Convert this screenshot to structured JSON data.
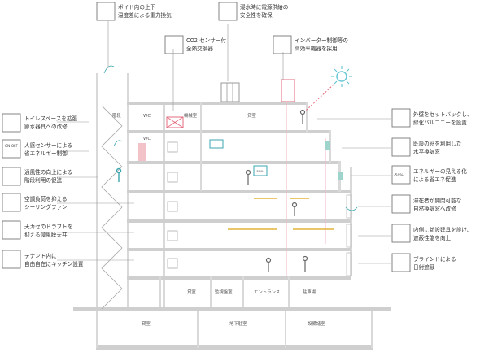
{
  "annotations": {
    "void_ventilation": [
      "ボイド内の上下",
      "温度差による重力換気"
    ],
    "flood_power": [
      "浸水時に電源供給の",
      "安全性を確保"
    ],
    "co2_exchanger": [
      "CO2 センサー付",
      "全熱交換器"
    ],
    "inverter": [
      "インバーター制御等の",
      "高効率機器を採用"
    ],
    "toilet": [
      "トイレスペースを拡張",
      "節水器具への改修"
    ],
    "motion_sensor": [
      "人感センサーによる",
      "省エネルギー制御"
    ],
    "stairs": [
      "通風性の向上による",
      "階段利用の促進"
    ],
    "ceiling_fan": [
      "空調負荷を抑える",
      "シーリングファン"
    ],
    "draft_ceiling": [
      "天カセのドラフトを",
      "抑える微風膜天井"
    ],
    "kitchen": [
      "テナント内に",
      "自由自在にキッチン設置"
    ],
    "setback": [
      "外壁をセットバックし、",
      "緑化バルコニーを設置"
    ],
    "horizontal_window": [
      "既設の窓を利用した",
      "水平換気窓"
    ],
    "energy_visual": [
      "エネルギーの見える化",
      "による省エネ促進"
    ],
    "natural_window": [
      "滞在者が開閉可能な",
      "自然換気窓へ改修"
    ],
    "shading": [
      "内側に新設建具を設け、",
      "遮蔽性能を向上"
    ],
    "blind": [
      "ブラインドによる",
      "日射遮蔽"
    ]
  },
  "rooms": {
    "stair": "階段",
    "wc": "WC",
    "wc2": "WC",
    "machine": "機械室",
    "rental_top": "貸室",
    "rental_lower": "貸室",
    "monitor": "監視盤室",
    "entrance": "エントランス",
    "parking": "駐車場",
    "rental_b1": "貸室",
    "basement": "地下駐室",
    "equipment": "設備諸室"
  },
  "icons": {
    "onoff_on": "ON",
    "onoff_off": "OFF",
    "percent": "-50%",
    "monitor_percent": "-50%"
  },
  "colors": {
    "accent_pink": "#e46a7c",
    "accent_teal": "#3aa6b0",
    "sun": "#6cc7d6"
  }
}
